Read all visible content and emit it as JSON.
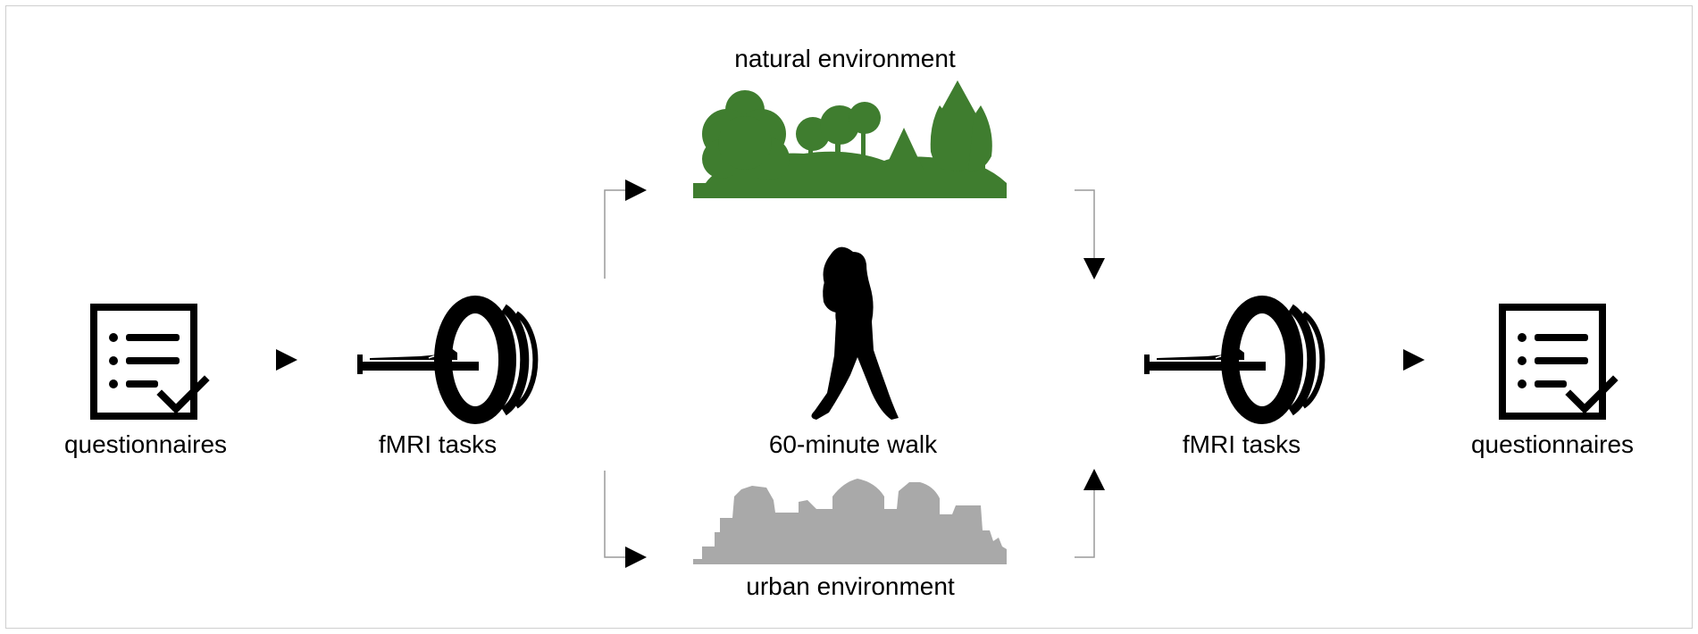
{
  "steps": {
    "questionnaires_pre": "questionnaires",
    "fmri_pre": "fMRI tasks",
    "walk": "60-minute walk",
    "fmri_post": "fMRI tasks",
    "questionnaires_post": "questionnaires"
  },
  "environments": {
    "natural": "natural environment",
    "urban": "urban environment"
  },
  "colors": {
    "natural": "#3f7d2f",
    "urban": "#a9a9a9",
    "icon": "#000000",
    "connector": "#9a9a9a",
    "border": "#cfcfcf"
  },
  "icons": [
    "checklist-icon",
    "mri-scanner-icon",
    "walking-person-icon",
    "forest-icon",
    "city-skyline-icon"
  ]
}
